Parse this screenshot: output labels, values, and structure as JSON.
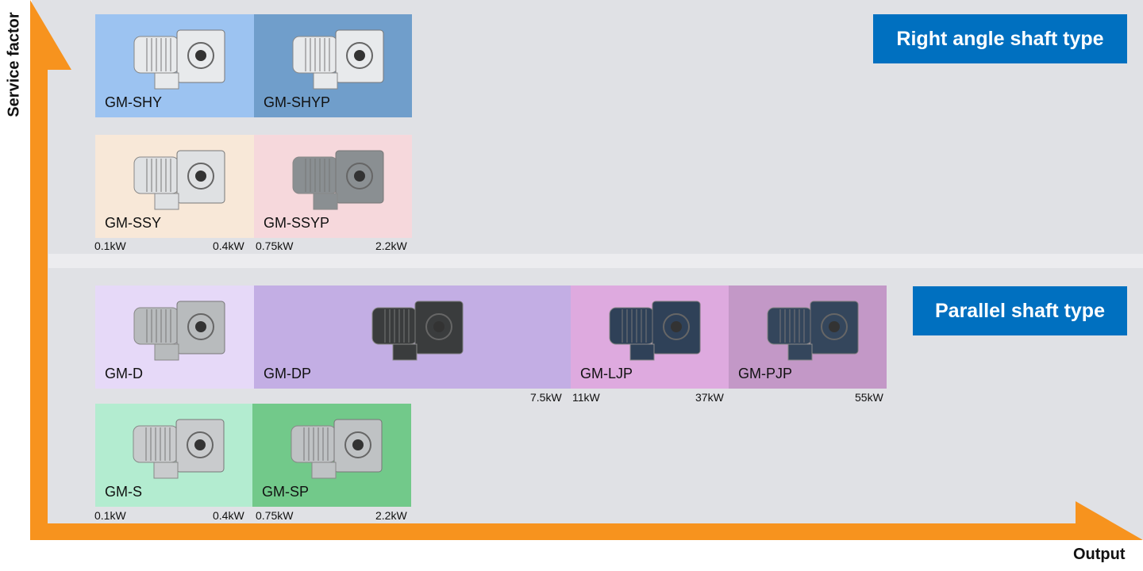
{
  "axes": {
    "y_label": "Service factor",
    "x_label": "Output",
    "color": "#f7931e"
  },
  "sections": {
    "right_angle": "Right angle shaft type",
    "parallel": "Parallel shaft type"
  },
  "badge_color": "#0070c0",
  "products": [
    {
      "name": "GM-SHY",
      "color": "#9cc3f1",
      "motor": "#e8eaec"
    },
    {
      "name": "GM-SHYP",
      "color": "#709ecb",
      "motor": "#e8eaec"
    },
    {
      "name": "GM-SSY",
      "color": "#f8e8d8",
      "motor": "#dfe1e3"
    },
    {
      "name": "GM-SSYP",
      "color": "#f6d8dc",
      "motor": "#8a8f92"
    },
    {
      "name": "GM-D",
      "color": "#e6d9f8",
      "motor": "#b8bbbd"
    },
    {
      "name": "GM-DP",
      "color": "#c3aee4",
      "motor": "#3a3c3d"
    },
    {
      "name": "GM-LJP",
      "color": "#deaadf",
      "motor": "#2f4158"
    },
    {
      "name": "GM-PJP",
      "color": "#c398c7",
      "motor": "#34465c"
    },
    {
      "name": "GM-S",
      "color": "#b3ecd0",
      "motor": "#c9cbcd"
    },
    {
      "name": "GM-SP",
      "color": "#72c98a",
      "motor": "#bfc2c4"
    }
  ],
  "ranges": {
    "ra_low": [
      "0.1kW",
      "0.4kW",
      "0.75kW",
      "2.2kW"
    ],
    "par_top": [
      "7.5kW",
      "11kW",
      "37kW",
      "55kW"
    ],
    "par_low": [
      "0.1kW",
      "0.4kW",
      "0.75kW",
      "2.2kW"
    ]
  }
}
